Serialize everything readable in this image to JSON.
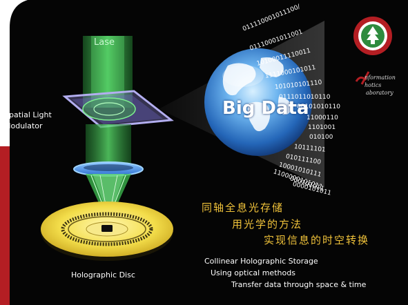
{
  "colors": {
    "background": "#050505",
    "accent_red": "#b41e23",
    "laser_green": "#37b84a",
    "chinese_text": "#f0c23a",
    "slm_violet": "#8f86d9",
    "disc_yellow": "#f3dd4a",
    "globe_blue": "#3a86d6"
  },
  "labels": {
    "laser": "Lase",
    "slm_line1": "Spatial Light",
    "slm_line2": "Modulator",
    "big_data": "Big Data",
    "holographic_disc": "Holographic Disc"
  },
  "binary_stream": [
    "011110001011100/",
    "01110001011001",
    "10100011110011",
    "1111000101011",
    "101010101110",
    "0111011010110",
    "00101010110",
    "11000110",
    "1101001",
    "010100",
    "10111101",
    "010111100",
    "10001010111",
    "1100000101011",
    "0000101011",
    "000101011"
  ],
  "logo": {
    "seal_icon": "university-seal-icon",
    "lab_name_line1": "nformation",
    "lab_name_line2": "hotics",
    "lab_name_line3": "aboratory"
  },
  "chinese_lines": [
    "同轴全息光存储",
    "用光学的方法",
    "实现信息的时空转换"
  ],
  "english_lines": [
    "Collinear Holographic Storage",
    "Using optical methods",
    "Transfer data through space & time"
  ]
}
